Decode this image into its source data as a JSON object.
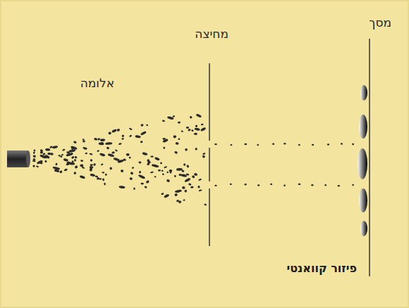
{
  "diagram": {
    "labels": [
      "מסך",
      "מחיצה",
      "אלומה",
      "פיזור קוואנטי"
    ]
  }
}
